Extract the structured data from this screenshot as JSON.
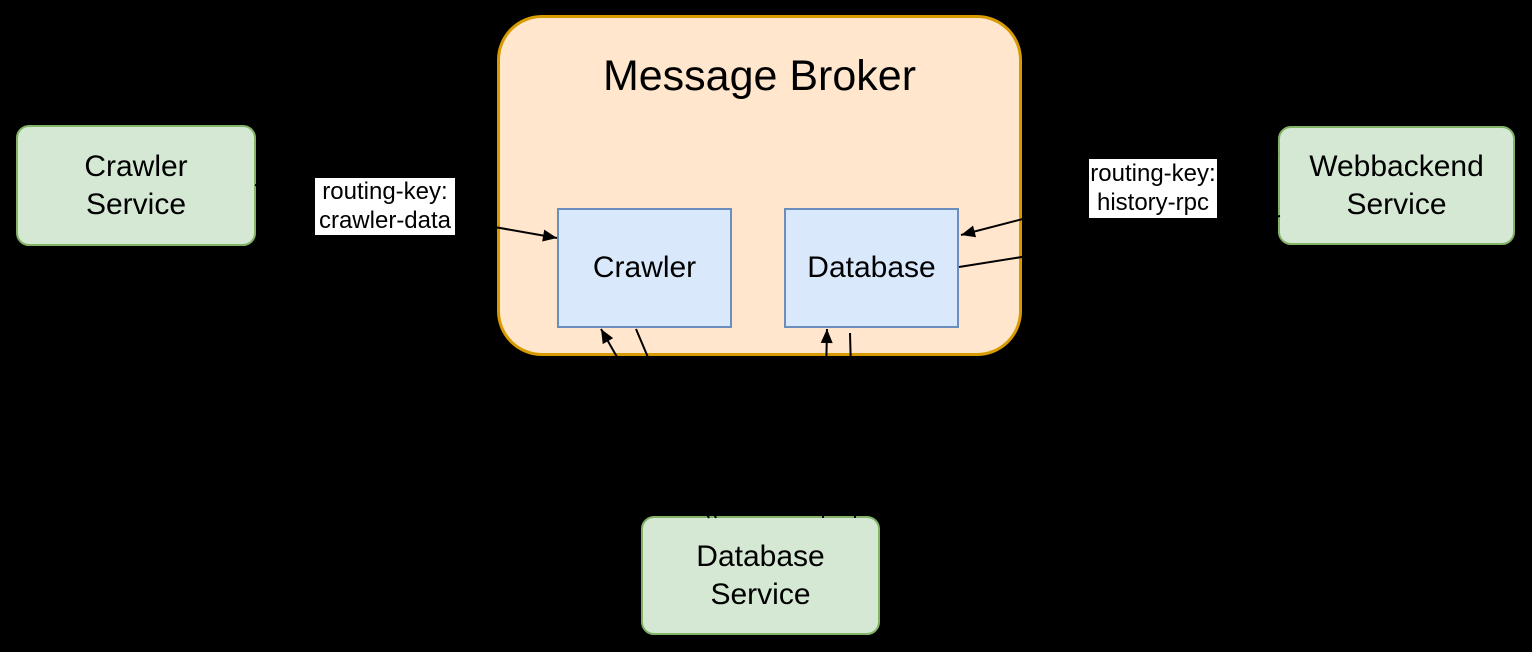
{
  "diagram": {
    "broker": {
      "title": "Message Broker"
    },
    "nodes": {
      "crawler_service": {
        "line1": "Crawler",
        "line2": "Service"
      },
      "webbackend_service": {
        "line1": "Webbackend",
        "line2": "Service"
      },
      "database_service": {
        "line1": "Database",
        "line2": "Service"
      },
      "crawler_queue": {
        "label": "Crawler"
      },
      "database_queue": {
        "label": "Database"
      }
    },
    "edge_labels": {
      "crawler_routing": {
        "line1": "routing-key:",
        "line2": "crawler-data"
      },
      "history_routing": {
        "line1": "routing-key:",
        "line2": "history-rpc"
      }
    },
    "colors": {
      "background": "#000000",
      "green_fill": "#d5e8d4",
      "green_stroke": "#82b366",
      "orange_fill": "#ffe6cc",
      "orange_stroke": "#d79b00",
      "blue_fill": "#dae8fc",
      "blue_stroke": "#6c8ebf",
      "label_bg": "#ffffff",
      "label_text": "#000000",
      "line_color": "#000000"
    }
  }
}
